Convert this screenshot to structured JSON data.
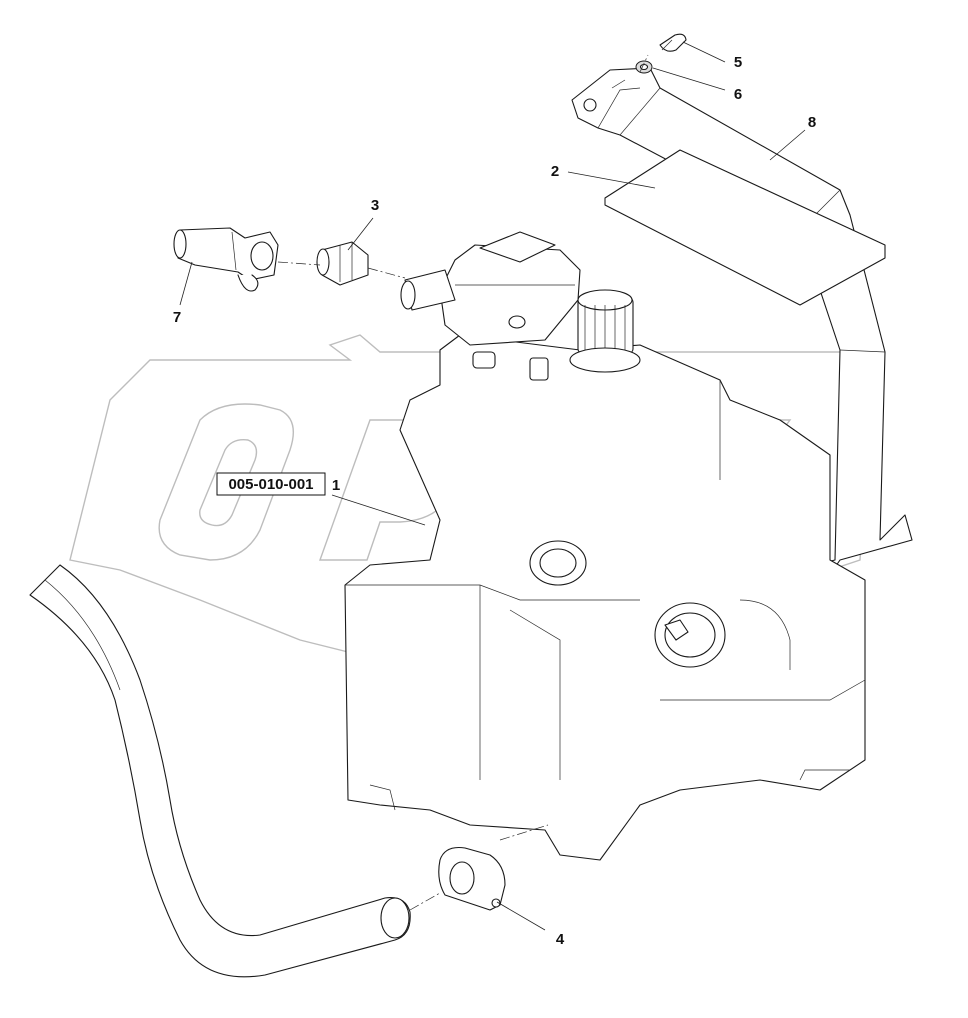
{
  "diagram": {
    "reference_code": "005-010-001",
    "callouts": [
      {
        "id": "1",
        "label": "1"
      },
      {
        "id": "2",
        "label": "2"
      },
      {
        "id": "3",
        "label": "3"
      },
      {
        "id": "4",
        "label": "4"
      },
      {
        "id": "5",
        "label": "5"
      },
      {
        "id": "6",
        "label": "6"
      },
      {
        "id": "7",
        "label": "7"
      },
      {
        "id": "8",
        "label": "8"
      }
    ],
    "watermark_text": "OPEX",
    "colors": {
      "line": "#1a1a1a",
      "watermark": "#bdbdbd",
      "background": "#ffffff"
    }
  }
}
